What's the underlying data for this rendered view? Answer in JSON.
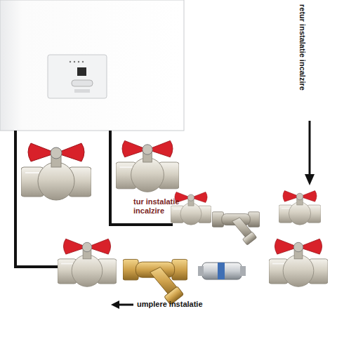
{
  "diagram": {
    "labels": [
      "tur instalatie incalzire",
      "retur instalatie incalzire",
      "umplere instalatie"
    ]
  }
}
